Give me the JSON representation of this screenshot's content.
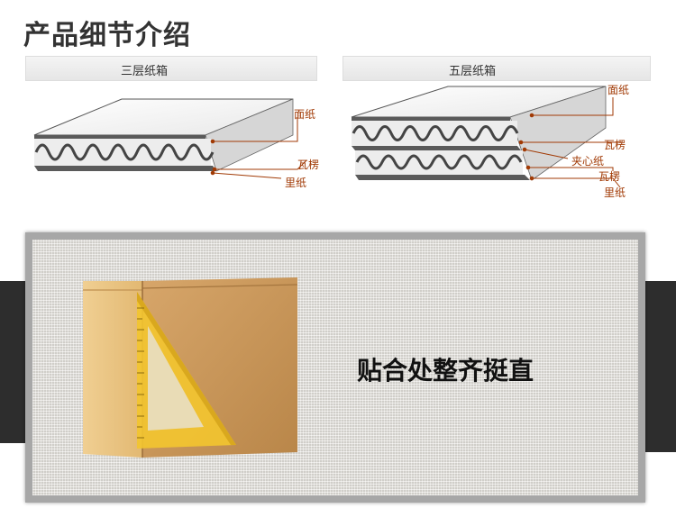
{
  "header": {
    "title": "产品细节介绍"
  },
  "three_layer": {
    "label": "三层纸箱",
    "callouts": {
      "face": "面纸",
      "flute": "瓦楞",
      "liner": "里纸"
    }
  },
  "five_layer": {
    "label": "五层纸箱",
    "callouts": {
      "face": "面纸",
      "flute_top": "瓦楞",
      "middle": "夹心纸",
      "flute_bottom": "瓦楞",
      "liner": "里纸"
    }
  },
  "feature": {
    "tagline": "贴合处整齐挺直"
  },
  "colors": {
    "callout": "#a13a05",
    "kraft": "#c9965e",
    "kraft_light": "#ddb87a",
    "ruler": "#f2c430"
  },
  "icons": {
    "box": "cardboard-box-icon",
    "ruler": "triangle-ruler-icon"
  }
}
